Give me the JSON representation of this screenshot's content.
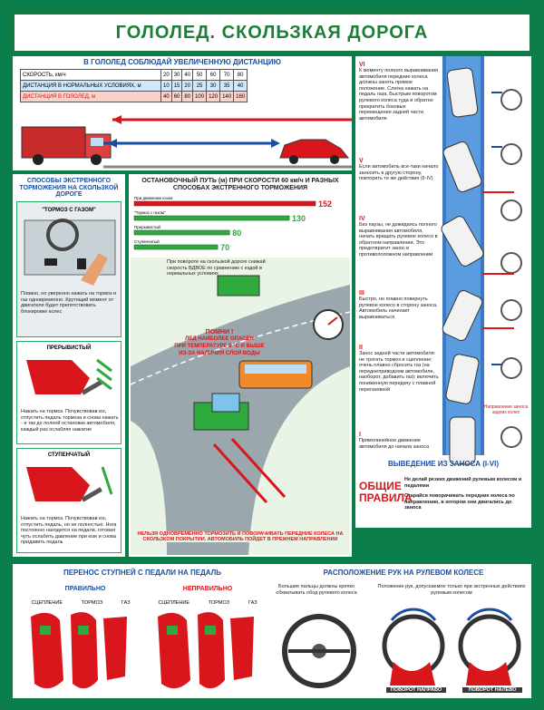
{
  "title": "ГОЛОЛЕД. СКОЛЬЗКАЯ ДОРОГА",
  "distance": {
    "caption": "В ГОЛОЛЕД СОБЛЮДАЙ УВЕЛИЧЕННУЮ ДИСТАНЦИЮ",
    "row_speed": "СКОРОСТЬ, км/ч",
    "row_normal": "ДИСТАНЦИЯ В НОРМАЛЬНЫХ УСЛОВИЯХ, м",
    "row_ice": "ДИСТАНЦИЯ В ГОЛОЛЕД, м",
    "speeds": [
      "20",
      "30",
      "40",
      "50",
      "60",
      "70",
      "80"
    ],
    "normal": [
      "10",
      "15",
      "20",
      "25",
      "30",
      "35",
      "40"
    ],
    "ice": [
      "40",
      "60",
      "80",
      "100",
      "120",
      "140",
      "160"
    ]
  },
  "methods": {
    "caption": "СПОСОБЫ ЭКСТРЕННОГО ТОРМОЖЕНИЯ НА СКОЛЬЗКОЙ ДОРОГЕ",
    "gas_title": "\"ТОРМОЗ С ГАЗОМ\"",
    "gas_text": "Плавно, но уверенно нажать на тормоз и газ одновременно. Крутящий момент от двигателя будет препятствовать блокировке колес",
    "pulse_title": "ПРЕРЫВИСТЫЙ",
    "pulse_text": "Нажать на тормоз. Почувствовав юз, отпустить педаль тормоза и снова нажать - и так до полной остановки автомобиля, каждый раз ослабляя нажатие",
    "step_title": "СТУПЕНЧАТЫЙ",
    "step_text": "Нажать на тормоз. Почувствовав юз, отпустить педаль, но не полностью. Нога постоянно находится на педали, готовая чуть ослабить давление при юзе и снова придавить педаль"
  },
  "stopping": {
    "caption": "ОСТАНОВОЧНЫЙ ПУТЬ (м) ПРИ СКОРОСТИ 60 км/ч И РАЗНЫХ СПОСОБАХ ЭКСТРЕННОГО ТОРМОЖЕНИЯ",
    "bars": [
      {
        "label": "При движении юзом",
        "value": 152,
        "color": "#d9161b"
      },
      {
        "label": "\"Тормоз с газом\"",
        "value": 130,
        "color": "#2eab3c"
      },
      {
        "label": "Прерывистый",
        "value": 80,
        "color": "#2eab3c"
      },
      {
        "label": "Ступенчатый",
        "value": 70,
        "color": "#2eab3c"
      }
    ],
    "max": 152
  },
  "scene": {
    "note": "При повороте на скользкой дороге снижай скорость ВДВОЕ по сравнению с ездой в нормальных условиях",
    "warn1": "ПОМНИ !",
    "warn2": "ЛЕД НАИБОЛЕЕ ОПАСЕН",
    "warn3": "ПРИ ТЕМПЕРАТУРЕ 0 °С И ВЫШЕ",
    "warn4": "ИЗ-ЗА НАЛИЧИЯ СЛОЯ ВОДЫ",
    "bottom": "НЕЛЬЗЯ ОДНОВРЕМЕННО ТОРМОЗИТЬ И ПОВОРАЧИВАТЬ ПЕРЕДНИЕ КОЛЕСА НА СКОЛЬЗКОМ ПОКРЫТИИ. АВТОМОБИЛЬ ПОЙДЕТ В ПРЕЖНЕМ НАПРАВЛЕНИИ"
  },
  "skid": {
    "caption": "ВЫВЕДЕНИЕ ИЗ ЗАНОСА (I-VI)",
    "steps": [
      {
        "n": "VI",
        "t": "К моменту полного выравнивания автомобиля передние колеса должны занять прямое положение. Слегка нажать на педаль газа. Быстрым поворотом рулевого колеса туда и обратно прекратить боковые перемещения задней части автомобиля"
      },
      {
        "n": "V",
        "t": "Если автомобиль все-таки начало заносить в другую сторону, повторить те же действия (II-IV)"
      },
      {
        "n": "IV",
        "t": "Без паузы, не дожидаясь полного выравнивания автомобиля, начать вращать рулевое колесо в обратном направлении. Это предотвратит занос в противоположном направлении"
      },
      {
        "n": "III",
        "t": "Быстро, но плавно повернуть рулевое колесо в сторону заноса. Автомобиль начинает выравниваться"
      },
      {
        "n": "II",
        "t": "Занос задней части автомобиля: не трогать тормоз и сцепление; очень плавно сбросить газ (на переднеприводном автомобиле, наоборот, добавить газ); включить пониженную передачу с плавной перегазовкой"
      },
      {
        "n": "I",
        "t": "Прямолинейное движение автомобиля до начала заноса"
      }
    ],
    "direction": "Направление заноса задних колес"
  },
  "general": {
    "title": "ОБЩИЕ ПРАВИЛА",
    "r1": "Не делай резких движений рулевым колесом и педалями",
    "r2": "Старайся поворачивать передние колеса по направлению, в котором они двигались до заноса"
  },
  "feet": {
    "caption": "ПЕРЕНОС СТУПНЕЙ С ПЕДАЛИ НА ПЕДАЛЬ",
    "ok": "ПРАВИЛЬНО",
    "bad": "НЕПРАВИЛЬНО",
    "p1": "СЦЕПЛЕНИЕ",
    "p2": "ТОРМОЗ",
    "p3": "ГАЗ"
  },
  "hands": {
    "caption": "РАСПОЛОЖЕНИЕ РУК НА РУЛЕВОМ КОЛЕСЕ",
    "t1": "Большие пальцы должны крепко обхватывать обод рулевого колеса",
    "t2": "Положение рук, допускаемое только при экстренных действиях рулевым колесом",
    "right": "ПОВОРОТ НАПРАВО",
    "left": "ПОВОРОТ НАЛЕВО"
  },
  "colors": {
    "green": "#0a7d4a",
    "blue": "#1a4fa0",
    "red": "#d9161b"
  }
}
